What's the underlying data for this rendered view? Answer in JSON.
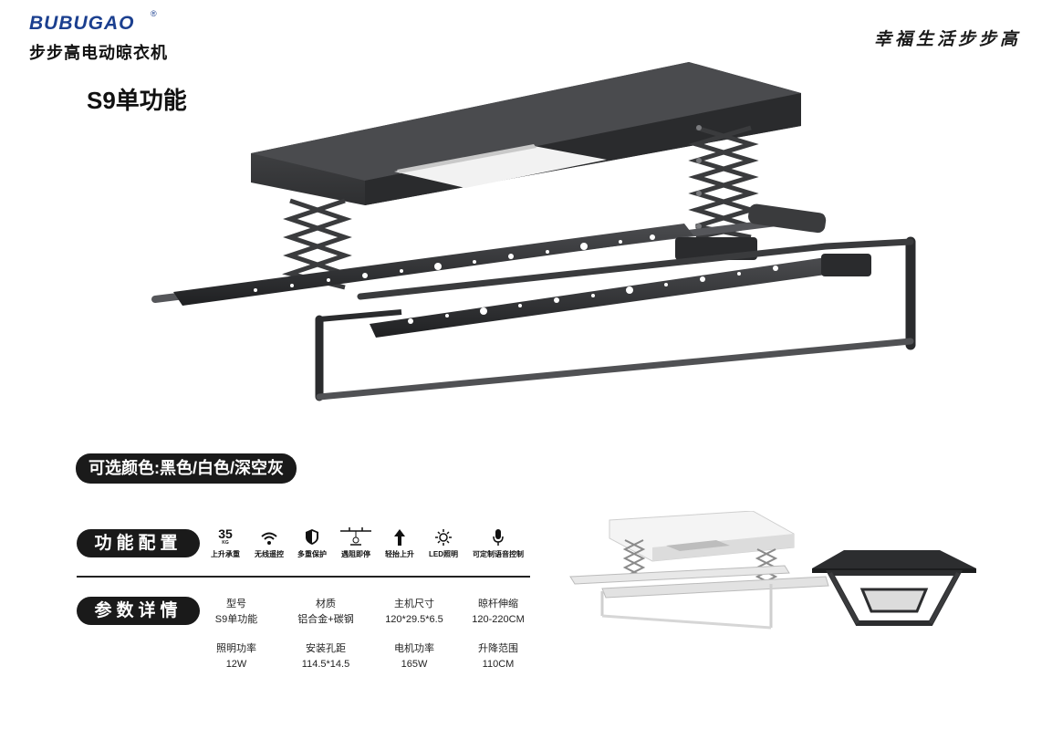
{
  "brand": {
    "logo_text": "BUBUGAO",
    "registered_mark": "®",
    "name": "步步高电动晾衣机"
  },
  "slogan": "幸福生活步步高",
  "model_title": "S9单功能",
  "colors_label": "可选颜色:黑色/白色/深空灰",
  "features_heading": "功能配置",
  "features": [
    {
      "icon": "weight-35kg-icon",
      "value": "35",
      "unit": "KG",
      "label": "上升承重"
    },
    {
      "icon": "wifi-icon",
      "label": "无线遥控"
    },
    {
      "icon": "shield-icon",
      "label": "多重保护"
    },
    {
      "icon": "obstacle-stop-icon",
      "label": "遇阻即停"
    },
    {
      "icon": "arrow-up-icon",
      "label": "轻抬上升"
    },
    {
      "icon": "sun-icon",
      "label": "LED照明"
    },
    {
      "icon": "microphone-icon",
      "label": "可定制语音控制"
    }
  ],
  "specs_heading": "参数详情",
  "specs": [
    {
      "label": "型号",
      "value": "S9单功能"
    },
    {
      "label": "材质",
      "value": "铝合金+碳钢"
    },
    {
      "label": "主机尺寸",
      "value": "120*29.5*6.5"
    },
    {
      "label": "晾杆伸缩",
      "value": "120-220CM"
    },
    {
      "label": "照明功率",
      "value": "12W"
    },
    {
      "label": "安装孔距",
      "value": "114.5*14.5"
    },
    {
      "label": "电机功率",
      "value": "165W"
    },
    {
      "label": "升降范围",
      "value": "110CM"
    }
  ],
  "colors": {
    "logo_blue": "#1b3f8f",
    "pill_bg": "#1a1a1a",
    "product_dark": "#3a3b3d",
    "product_white": "#eeeeee"
  }
}
